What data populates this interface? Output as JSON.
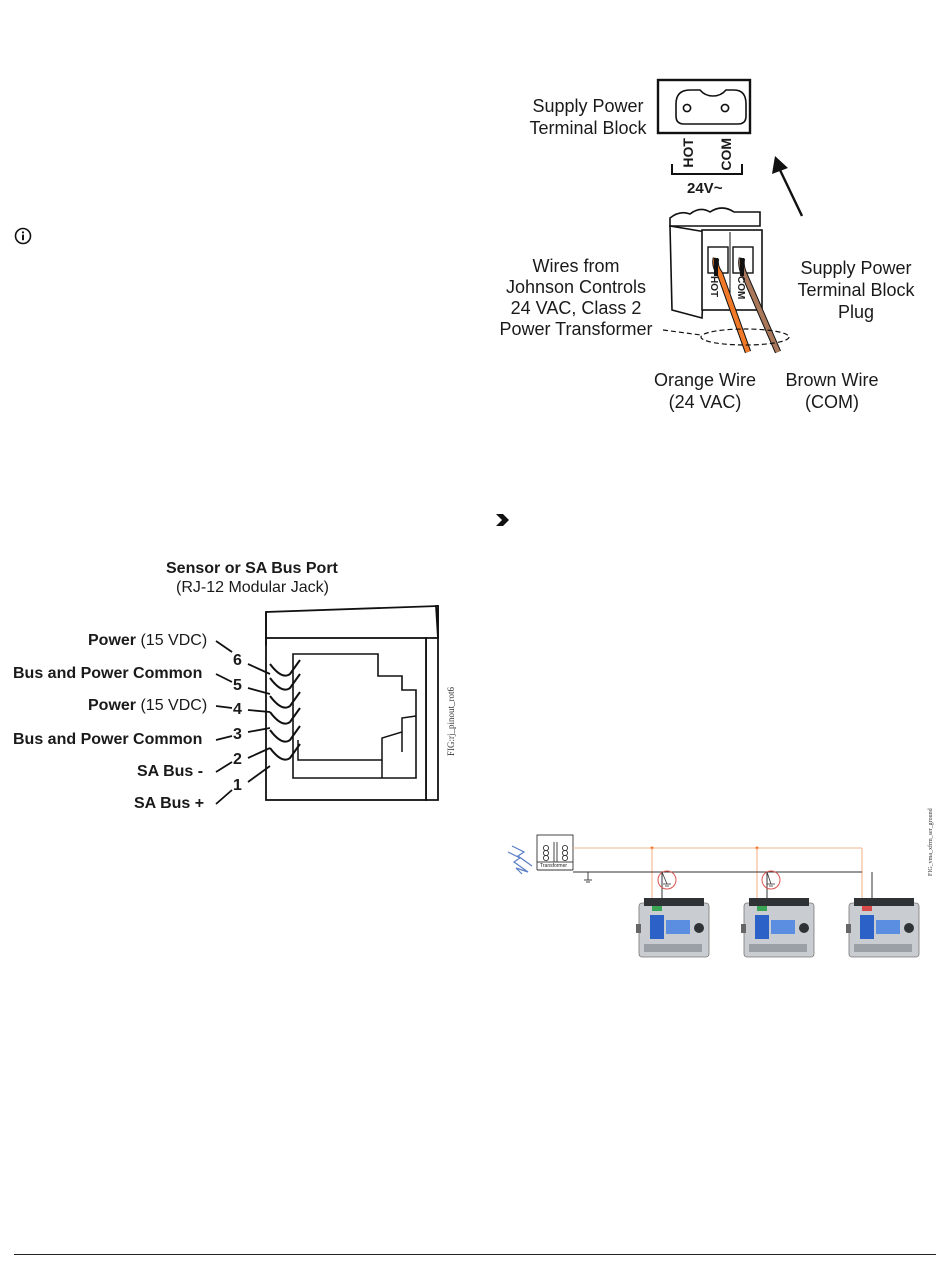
{
  "power_fig": {
    "terminal_block_label": [
      "Supply Power",
      "Terminal Block"
    ],
    "hot": "HOT",
    "com": "COM",
    "voltage": "24V~",
    "wires_from": [
      "Wires from",
      "Johnson Controls",
      "24 VAC, Class 2",
      "Power Transformer"
    ],
    "plug_label": [
      "Supply Power",
      "Terminal Block",
      "Plug"
    ],
    "orange_wire": [
      "Orange Wire",
      "(24 VAC)"
    ],
    "brown_wire": [
      "Brown Wire",
      "(COM)"
    ]
  },
  "rj12_fig": {
    "title": "Sensor or SA Bus Port",
    "subtitle": "(RJ-12 Modular Jack)",
    "pins": [
      {
        "num": "6",
        "label": "Power",
        "suffix": " (15 VDC)"
      },
      {
        "num": "5",
        "label": "Bus and Power Common",
        "suffix": ""
      },
      {
        "num": "4",
        "label": "Power",
        "suffix": " (15 VDC)"
      },
      {
        "num": "3",
        "label": "Bus and Power Common",
        "suffix": ""
      },
      {
        "num": "2",
        "label": "SA Bus -",
        "suffix": ""
      },
      {
        "num": "1",
        "label": "SA Bus +",
        "suffix": ""
      }
    ],
    "fig_id": "FIG:rj_pinout_rot6"
  },
  "ground_fig": {
    "transformer": "Transformer",
    "fig_id": "FIG_vma_xfrm_ser_ground"
  },
  "colors": {
    "ink": "#1a1a1a",
    "orange": "#f07a28",
    "brown": "#a9785a",
    "orange_line": "#f2b48c",
    "ground_circle": "#d9534f",
    "device_blue": "#2c62c8"
  }
}
